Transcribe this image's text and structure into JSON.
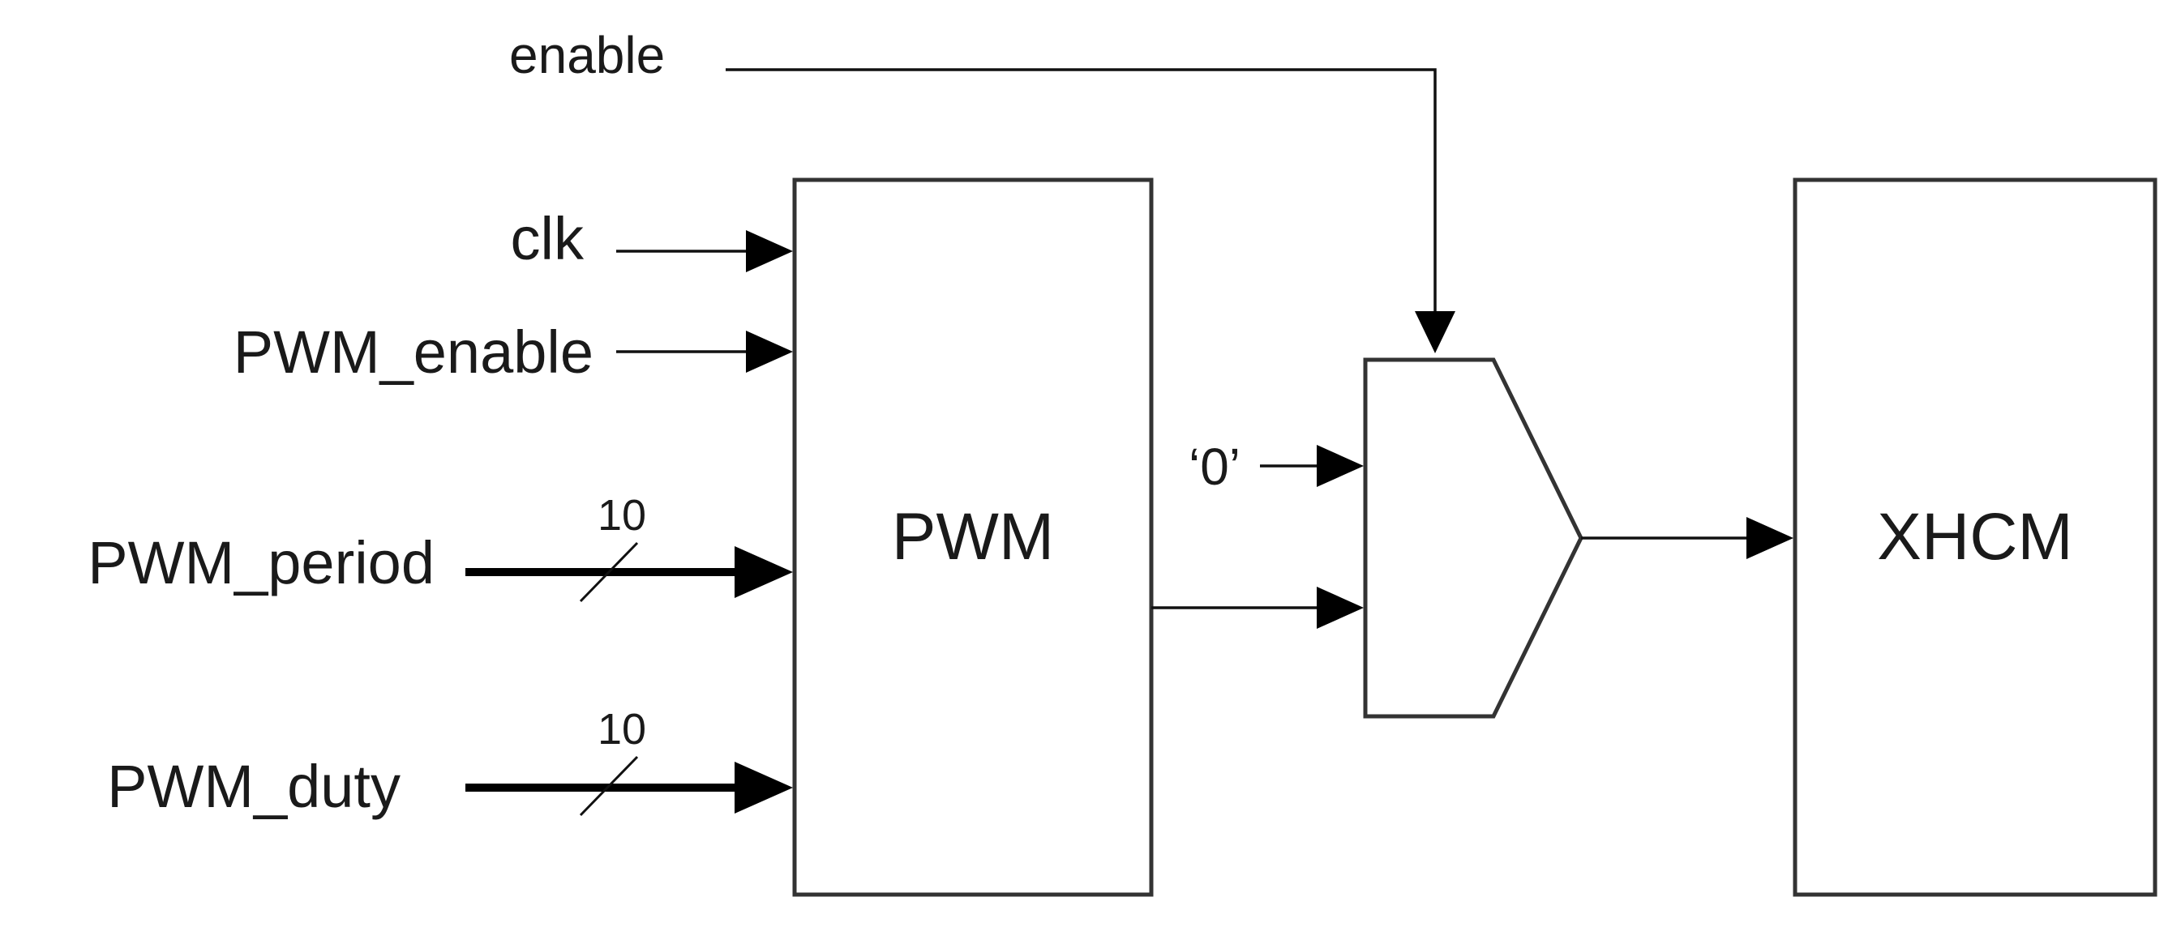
{
  "diagram": {
    "blocks": {
      "pwm": "PWM",
      "xhcm": "XHCM"
    },
    "signals": {
      "enable": "enable",
      "clk": "clk",
      "pwm_enable": "PWM_enable",
      "pwm_period": "PWM_period",
      "pwm_duty": "PWM_duty",
      "const_zero": "‘0’"
    },
    "bus_widths": {
      "pwm_period": "10",
      "pwm_duty": "10"
    }
  }
}
